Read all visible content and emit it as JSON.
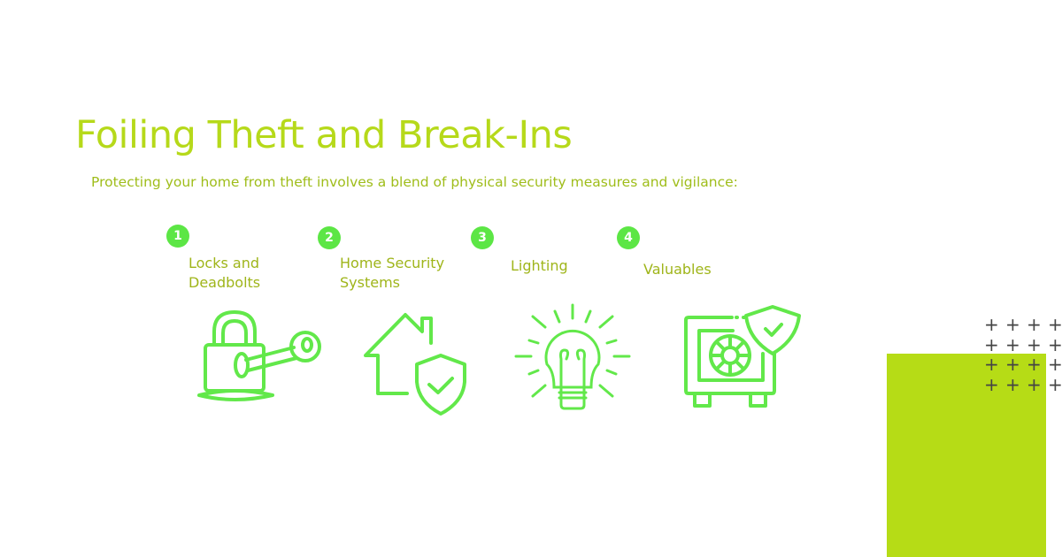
{
  "title": "Foiling Theft and Break-Ins",
  "subtitle": "Protecting your home from theft involves a blend of physical security measures and vigilance:",
  "items": [
    {
      "number": "1",
      "label_line1": "Locks and",
      "label_line2": "Deadbolts",
      "icon": "padlock-key-icon"
    },
    {
      "number": "2",
      "label_line1": "Home Security",
      "label_line2": "Systems",
      "icon": "house-shield-icon"
    },
    {
      "number": "3",
      "label_line1": "Lighting",
      "label_line2": "",
      "icon": "lightbulb-icon"
    },
    {
      "number": "4",
      "label_line1": "Valuables",
      "label_line2": "",
      "icon": "safe-shield-icon"
    }
  ],
  "colors": {
    "accent": "#b6d91a",
    "icon": "#62e84a",
    "block": "#b6dc16"
  }
}
